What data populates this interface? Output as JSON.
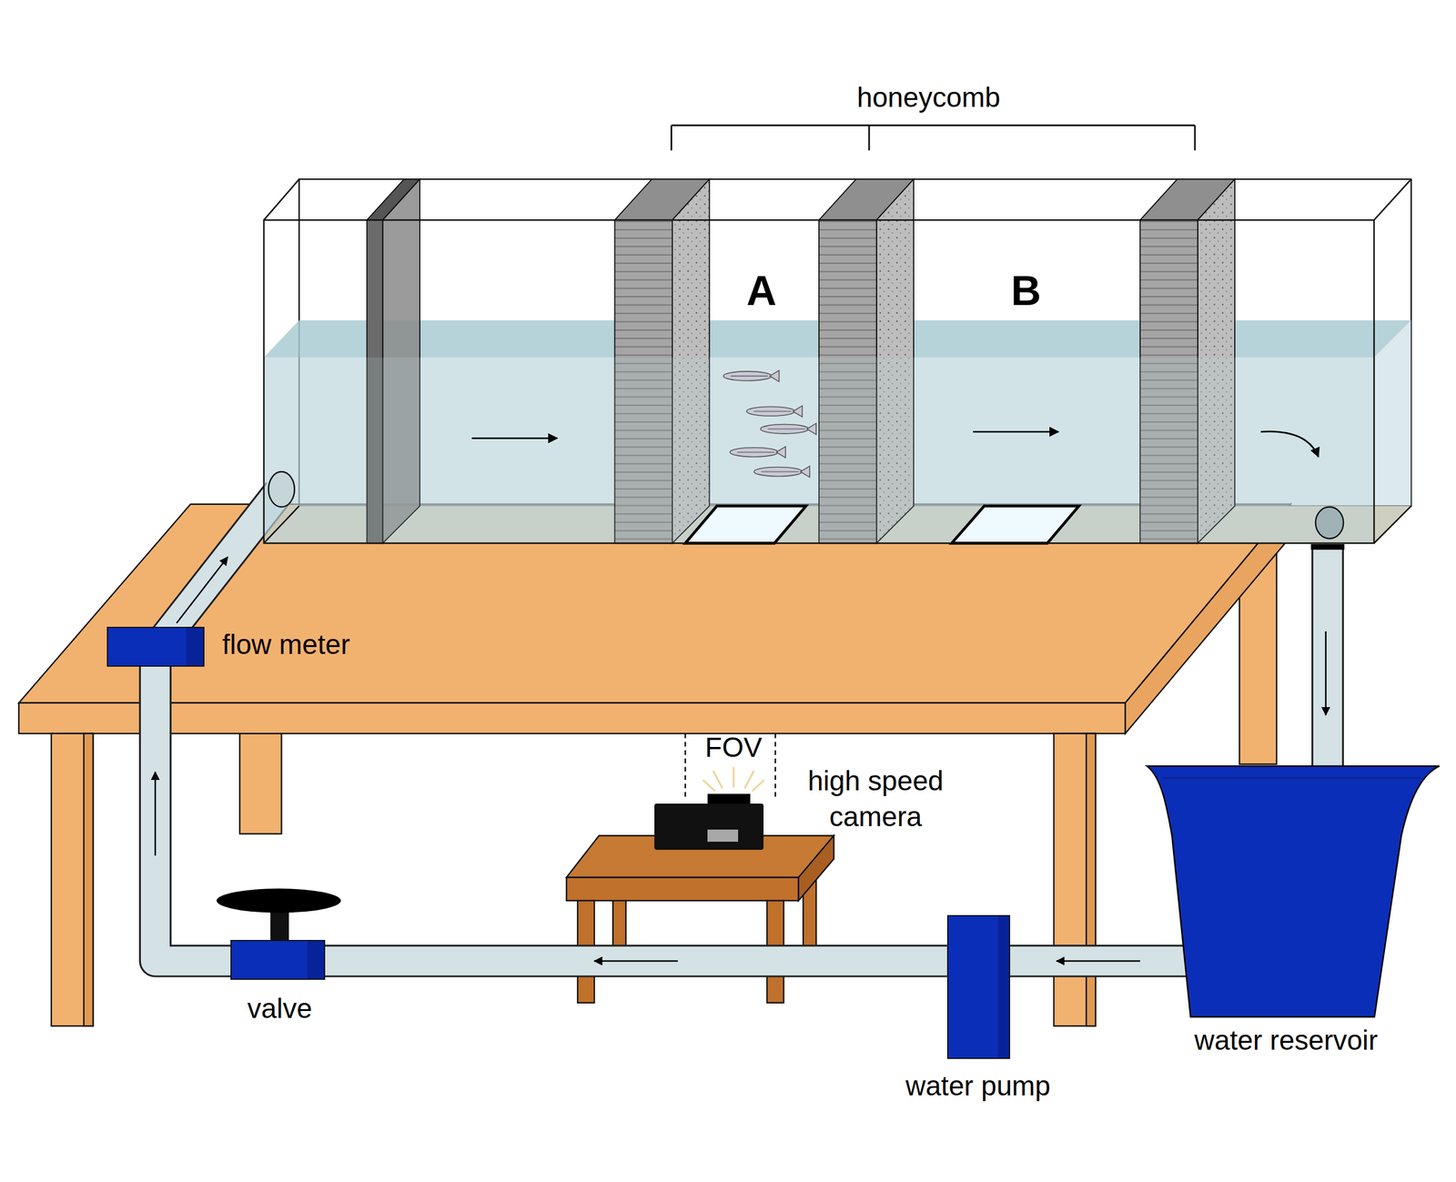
{
  "diagram": {
    "nodes": [
      {
        "text": [
          "A"
        ]
      },
      {
        "text": [
          "B"
        ]
      },
      {
        "text": [
          "flow meter"
        ]
      },
      {
        "text": [
          "high speed camera"
        ]
      },
      {
        "text": [
          "valve"
        ]
      },
      {
        "text": [
          "water pump"
        ]
      },
      {
        "text": [
          "water reservoir"
        ]
      }
    ],
    "edges": [
      {
        "from": 6,
        "to": 5,
        "arrow": "to"
      },
      {
        "from": 5,
        "to": 4,
        "arrow": "to"
      },
      {
        "from": 4,
        "to": 2,
        "arrow": "to"
      }
    ],
    "labels": [
      "honeycomb",
      "FOV"
    ]
  }
}
